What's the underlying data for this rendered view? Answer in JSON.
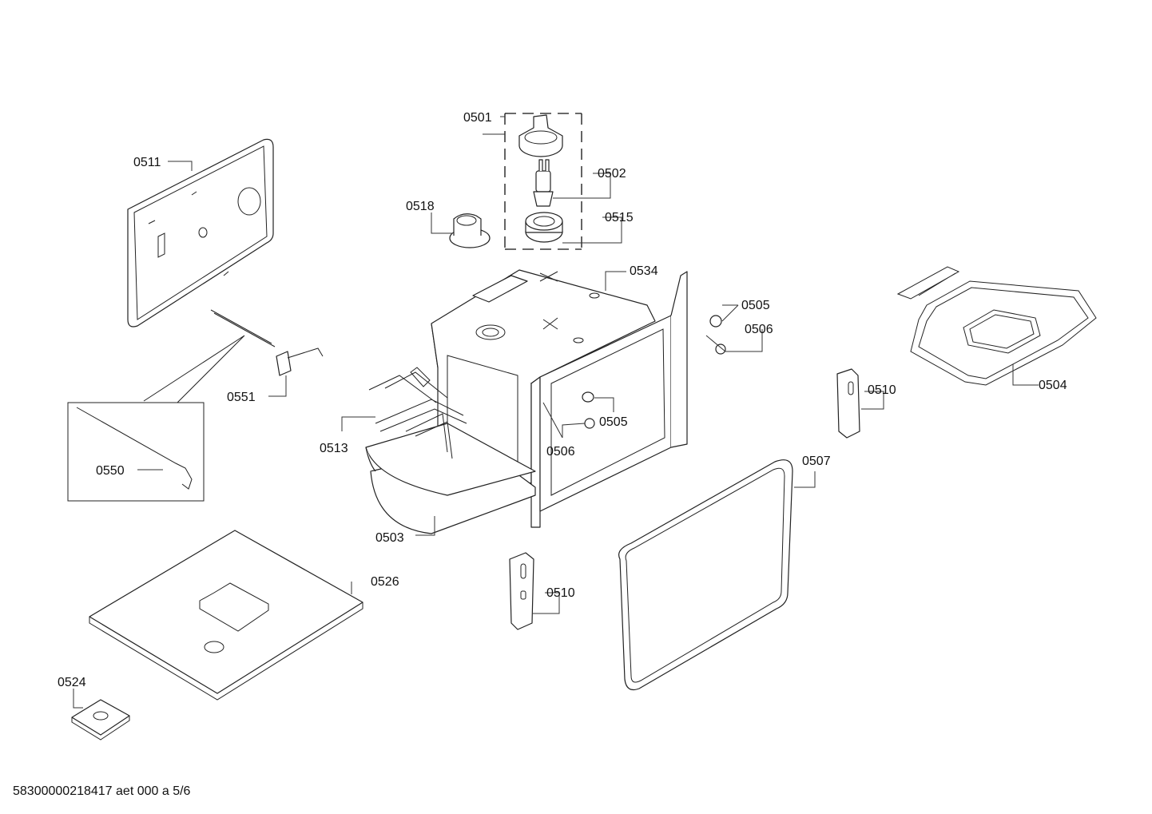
{
  "labels": {
    "p0501": "0501",
    "p0502": "0502",
    "p0503": "0503",
    "p0504": "0504",
    "p0505a": "0505",
    "p0505b": "0505",
    "p0506a": "0506",
    "p0506b": "0506",
    "p0507": "0507",
    "p0510a": "0510",
    "p0510b": "0510",
    "p0511": "0511",
    "p0513": "0513",
    "p0515": "0515",
    "p0518": "0518",
    "p0524": "0524",
    "p0526": "0526",
    "p0534": "0534",
    "p0550": "0550",
    "p0551": "0551"
  },
  "footer": "58300000218417 aet 000 a 5/6"
}
